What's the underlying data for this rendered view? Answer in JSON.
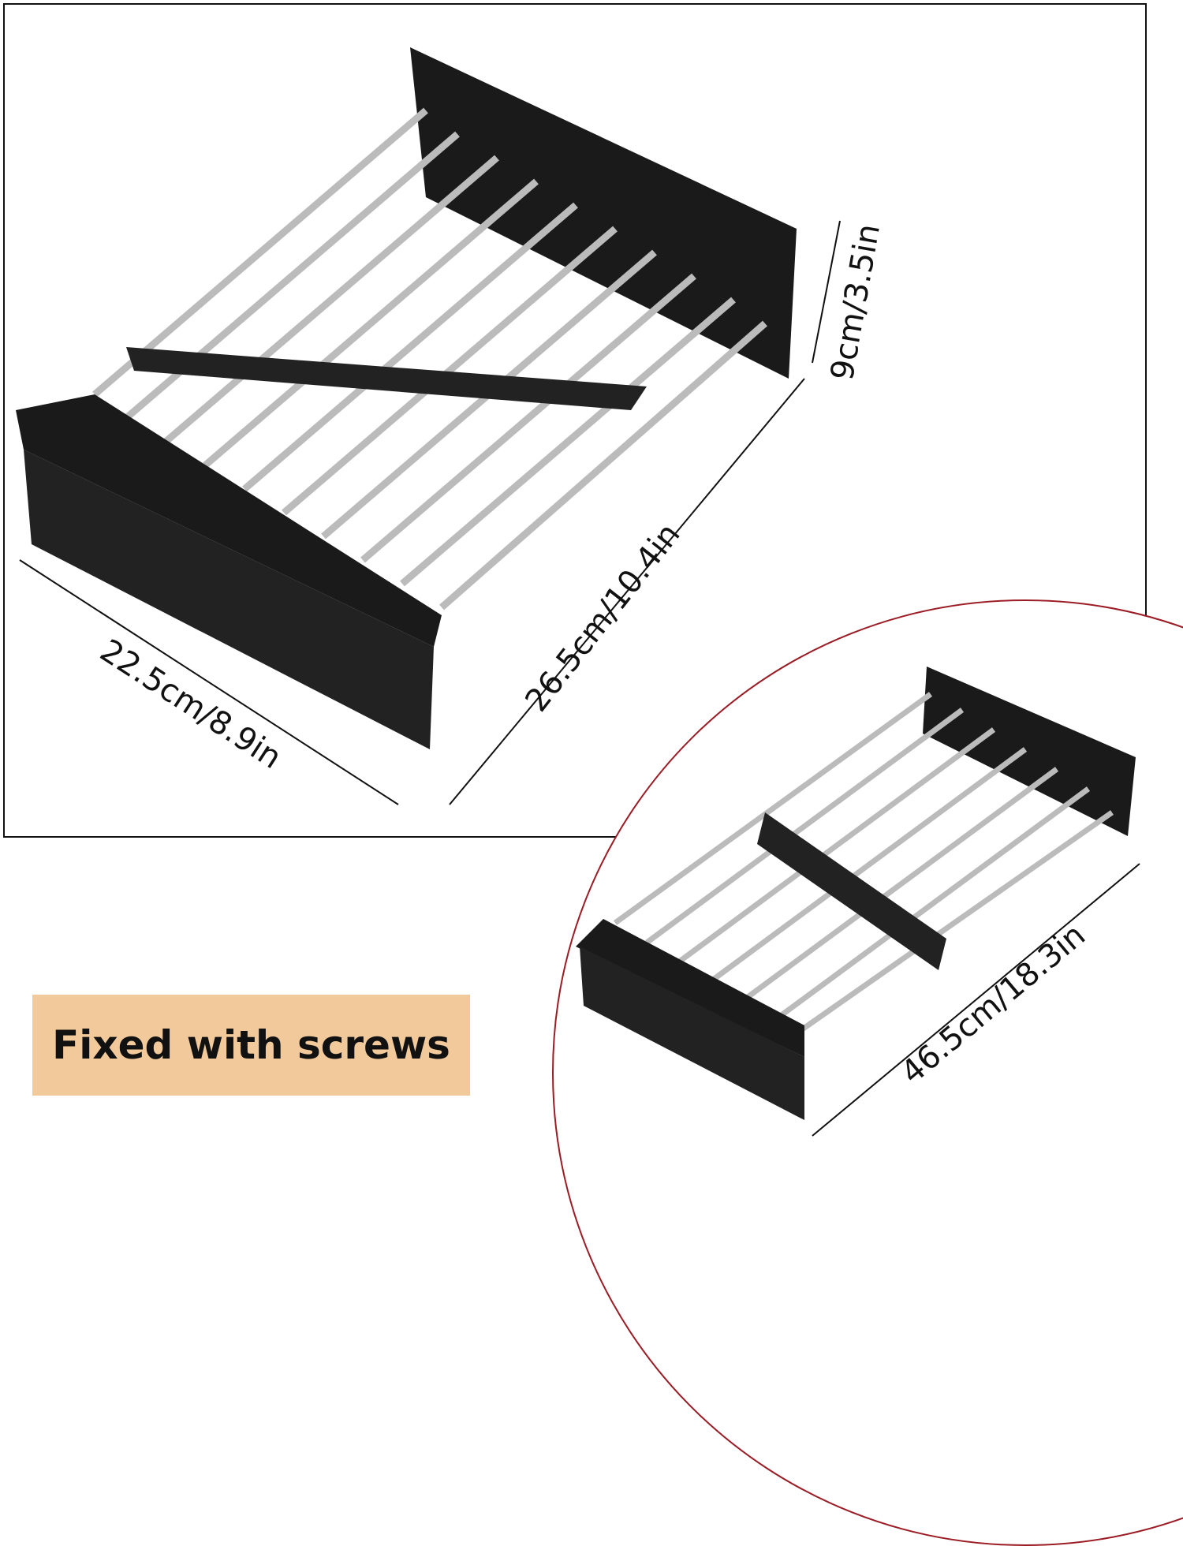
{
  "callout": {
    "label": "Fixed with screws",
    "background": "#f2c99b"
  },
  "dimensions": {
    "main_width": "22.5cm/8.9in",
    "main_length": "26.5cm/10.4in",
    "main_height": "9cm/3.5in",
    "extended_length": "46.5cm/18.3in"
  },
  "colors": {
    "frame": "#111111",
    "circle_border": "#9b1c24",
    "rack_black": "#1a1a1a",
    "rod": "#b8b8b8"
  }
}
